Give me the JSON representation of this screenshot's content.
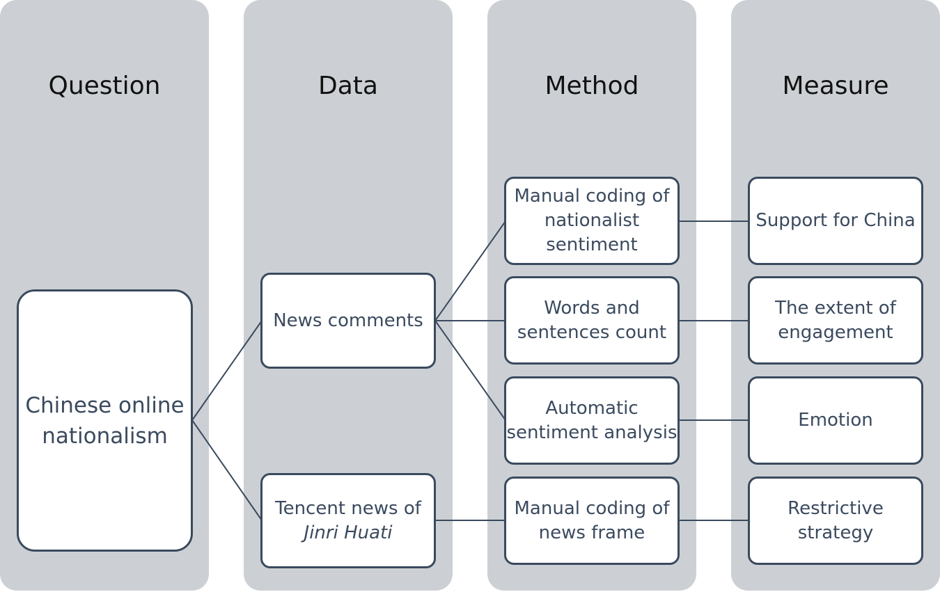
{
  "lanes": {
    "question": "Question",
    "data": "Data",
    "method": "Method",
    "measure": "Measure"
  },
  "question_box": {
    "line1": "Chinese online",
    "line2": "nationalism"
  },
  "data_boxes": {
    "news_comments": "News comments",
    "tencent_line1": "Tencent news of",
    "tencent_line2": "Jinri Huati"
  },
  "method_boxes": {
    "manual_nationalist_l1": "Manual coding of",
    "manual_nationalist_l2": "nationalist",
    "manual_nationalist_l3": "sentiment",
    "words_count_l1": "Words and",
    "words_count_l2": "sentences count",
    "auto_sentiment_l1": "Automatic",
    "auto_sentiment_l2": "sentiment analysis",
    "manual_frame_l1": "Manual coding of",
    "manual_frame_l2": "news frame"
  },
  "measure_boxes": {
    "support": "Support for China",
    "engagement_l1": "The extent of",
    "engagement_l2": "engagement",
    "emotion": "Emotion",
    "restrictive": "Restrictive strategy"
  },
  "colors": {
    "lane_bg": "#ccd0d4",
    "box_border": "#3a4a5e",
    "box_text": "#3b4a5e",
    "title_text": "#111111"
  }
}
